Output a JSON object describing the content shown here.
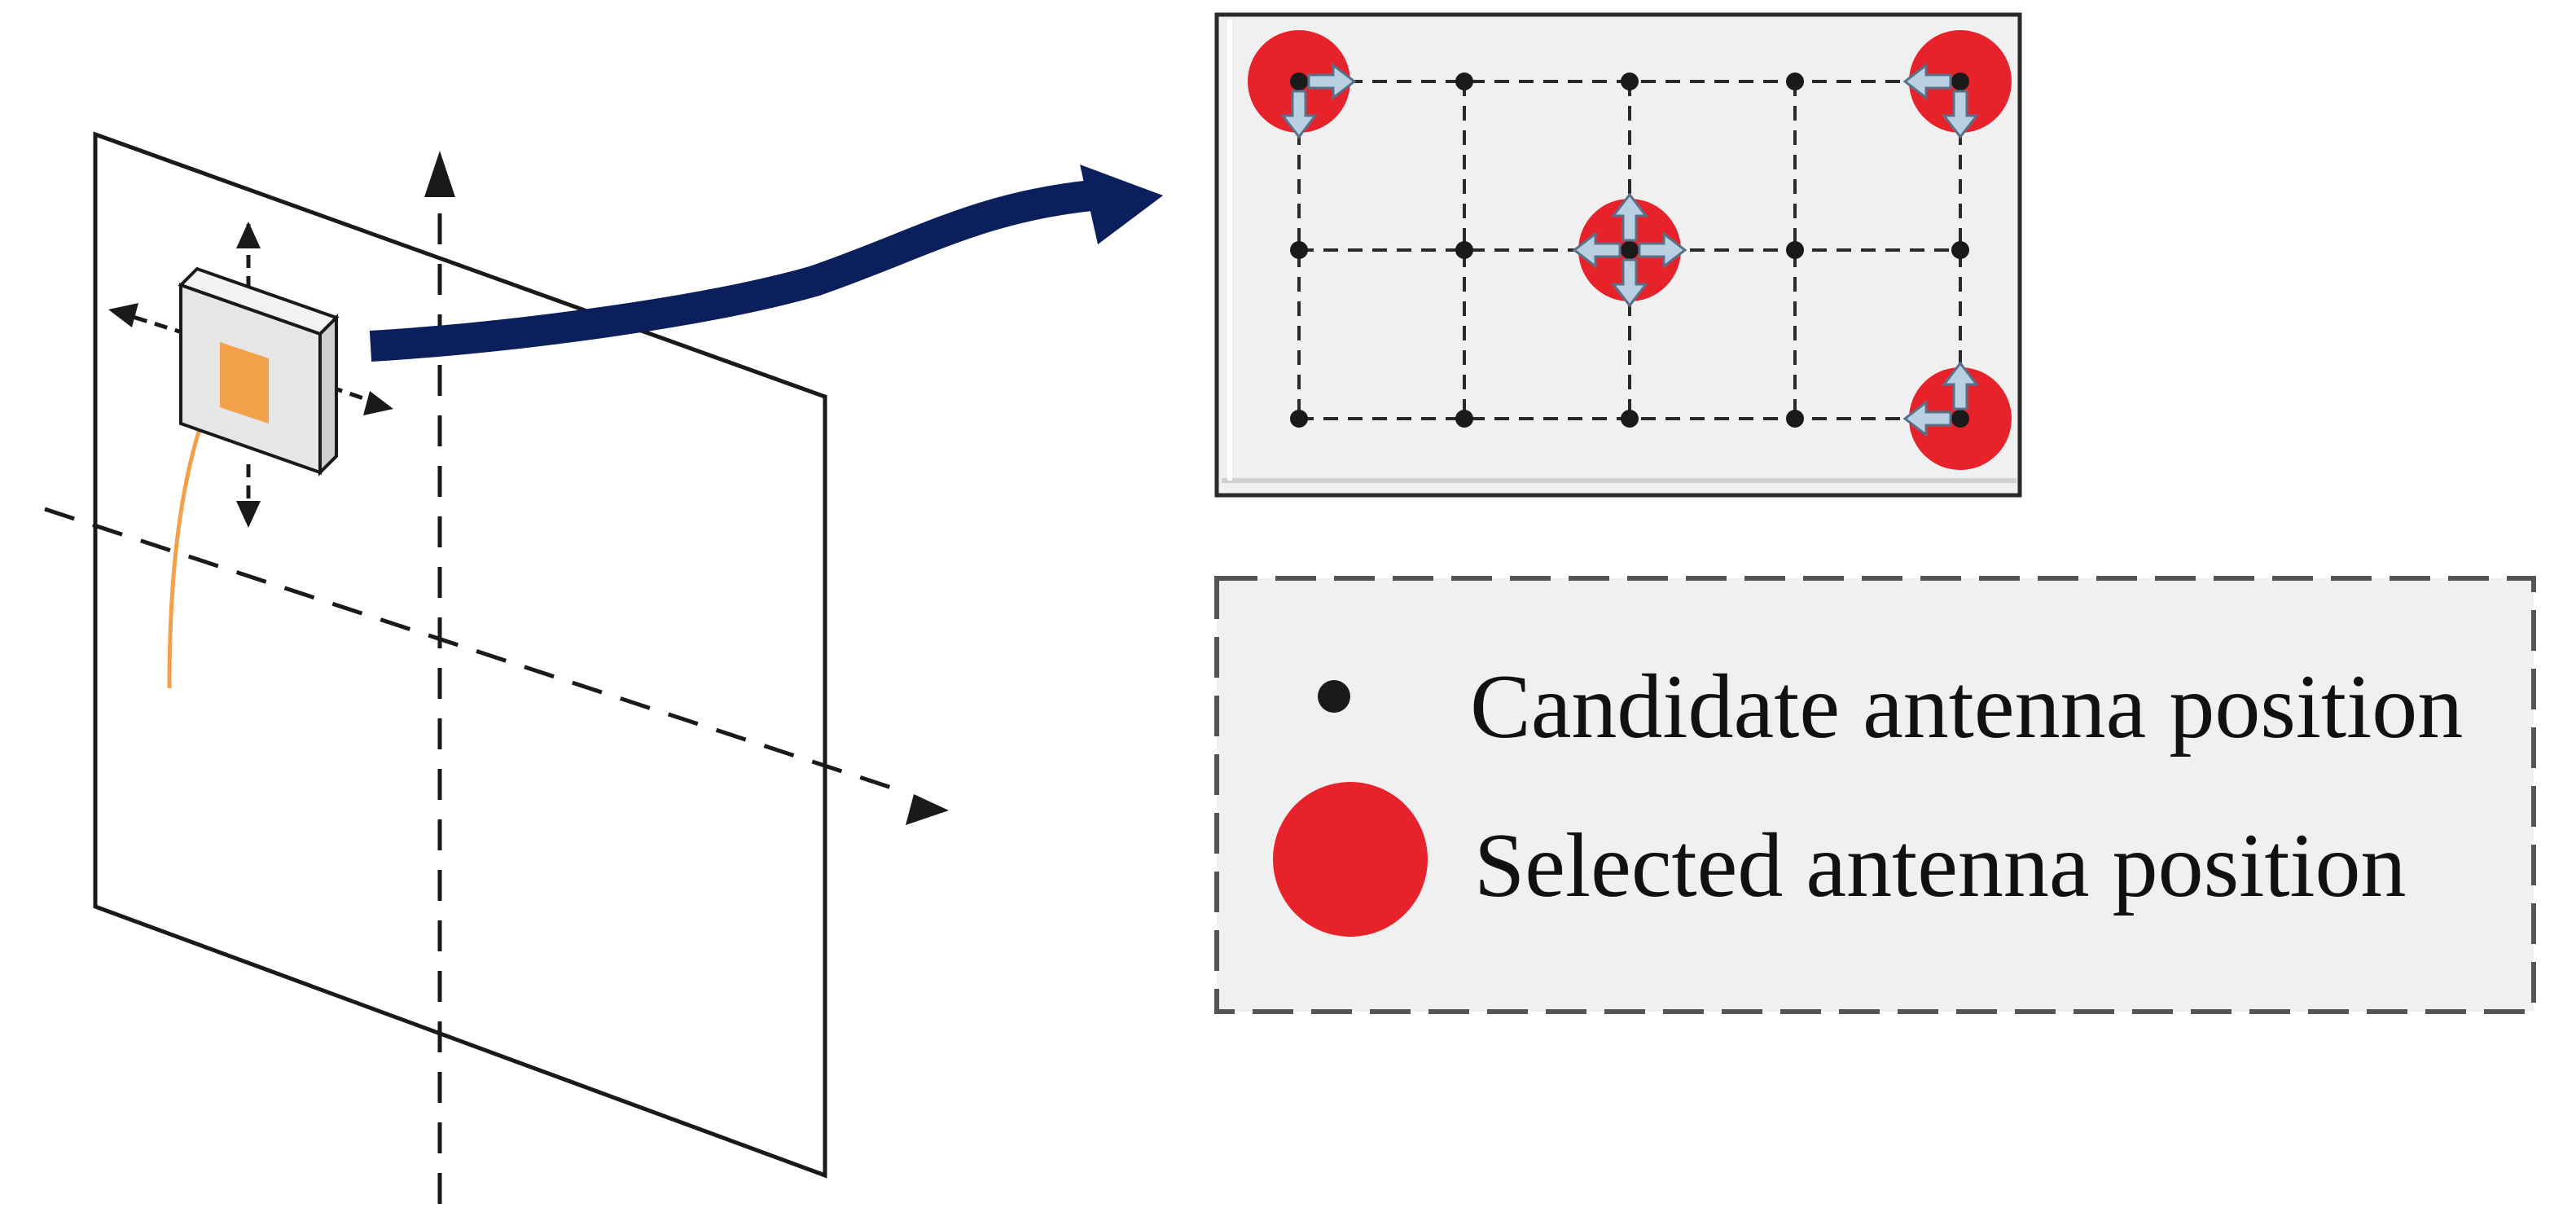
{
  "colors": {
    "line": "#1a1a1a",
    "big_arrow": "#0b1f5c",
    "patch": "#f2a04a",
    "patch_border": "#555555",
    "selected_marker": "#e8222a",
    "candidate_marker": "#1a1a1a",
    "move_arrow_fill": "#b9cfe2",
    "move_arrow_stroke": "#5a7088",
    "panel_fill": "#f0f0f0",
    "legend_fill": "#f0f0f0"
  },
  "grid": {
    "columns": 5,
    "rows": 3,
    "selected_positions": [
      {
        "col": 0,
        "row": 0,
        "move_arrows": [
          "right",
          "down"
        ]
      },
      {
        "col": 4,
        "row": 0,
        "move_arrows": [
          "left",
          "down"
        ]
      },
      {
        "col": 2,
        "row": 1,
        "move_arrows": [
          "up",
          "down",
          "left",
          "right"
        ]
      },
      {
        "col": 4,
        "row": 2,
        "move_arrows": [
          "up",
          "left"
        ]
      }
    ]
  },
  "legend": {
    "items": [
      {
        "marker": "candidate",
        "label": "Candidate antenna position"
      },
      {
        "marker": "selected",
        "label": "Selected antenna position"
      }
    ]
  }
}
